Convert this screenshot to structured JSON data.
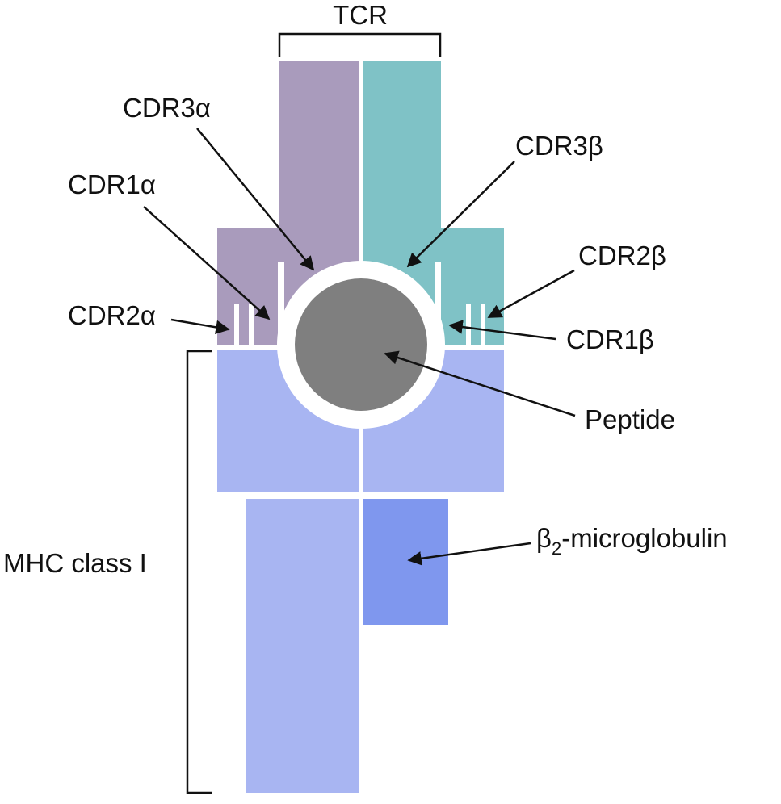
{
  "colors": {
    "tcr_alpha": "#a99bbc",
    "tcr_beta": "#7fc2c6",
    "mhc_heavy": "#a8b5f2",
    "b2m": "#7f97ee",
    "peptide": "#7f7f7f",
    "line": "#111111"
  },
  "labels": {
    "tcr": "TCR",
    "cdr3a": "CDR3α",
    "cdr1a": "CDR1α",
    "cdr2a": "CDR2α",
    "cdr3b": "CDR3β",
    "cdr2b": "CDR2β",
    "cdr1b": "CDR1β",
    "peptide": "Peptide",
    "b2m_beta": "β",
    "b2m_sub": "2",
    "b2m_rest": "-microglobulin",
    "mhc": "MHC class I"
  }
}
